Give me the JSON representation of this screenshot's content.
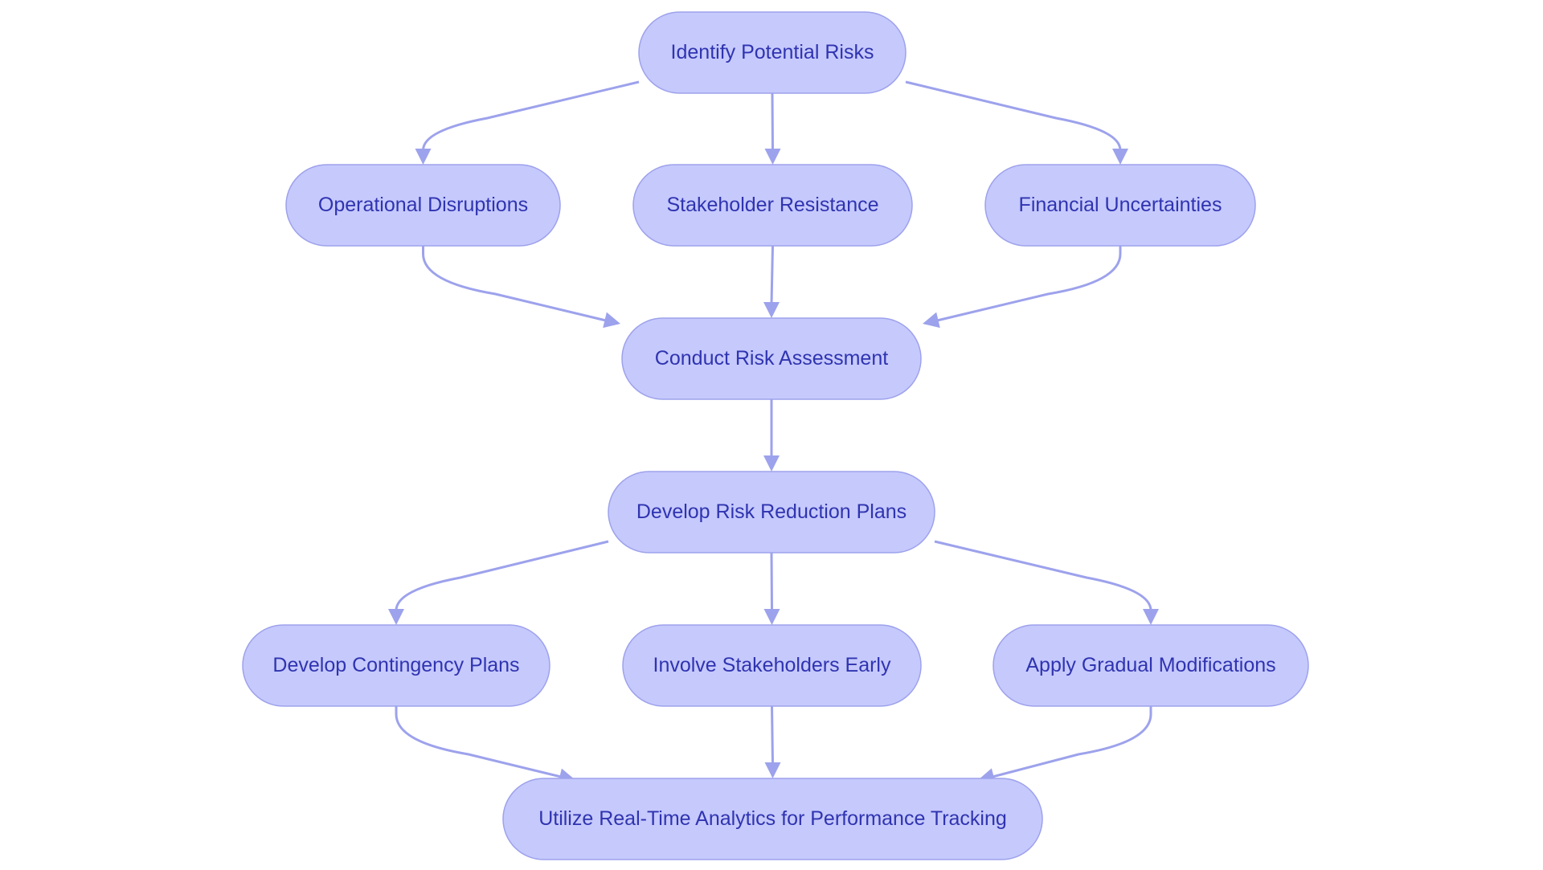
{
  "diagram": {
    "type": "flowchart",
    "colors": {
      "node_fill": "#c6c9fc",
      "node_stroke": "#9da2ec",
      "text": "#2f34b0",
      "edge": "#9da2ec"
    },
    "nodes": [
      {
        "id": "identify",
        "label": "Identify Potential Risks"
      },
      {
        "id": "operational",
        "label": "Operational Disruptions"
      },
      {
        "id": "stakeholder",
        "label": "Stakeholder Resistance"
      },
      {
        "id": "financial",
        "label": "Financial Uncertainties"
      },
      {
        "id": "assessment",
        "label": "Conduct Risk Assessment"
      },
      {
        "id": "reduction",
        "label": "Develop Risk Reduction Plans"
      },
      {
        "id": "contingency",
        "label": "Develop Contingency Plans"
      },
      {
        "id": "involve",
        "label": "Involve Stakeholders Early"
      },
      {
        "id": "gradual",
        "label": "Apply Gradual Modifications"
      },
      {
        "id": "analytics",
        "label": "Utilize Real-Time Analytics for Performance Tracking"
      }
    ],
    "edges": [
      {
        "from": "identify",
        "to": "operational"
      },
      {
        "from": "identify",
        "to": "stakeholder"
      },
      {
        "from": "identify",
        "to": "financial"
      },
      {
        "from": "operational",
        "to": "assessment"
      },
      {
        "from": "stakeholder",
        "to": "assessment"
      },
      {
        "from": "financial",
        "to": "assessment"
      },
      {
        "from": "assessment",
        "to": "reduction"
      },
      {
        "from": "reduction",
        "to": "contingency"
      },
      {
        "from": "reduction",
        "to": "involve"
      },
      {
        "from": "reduction",
        "to": "gradual"
      },
      {
        "from": "contingency",
        "to": "analytics"
      },
      {
        "from": "involve",
        "to": "analytics"
      },
      {
        "from": "gradual",
        "to": "analytics"
      }
    ]
  }
}
